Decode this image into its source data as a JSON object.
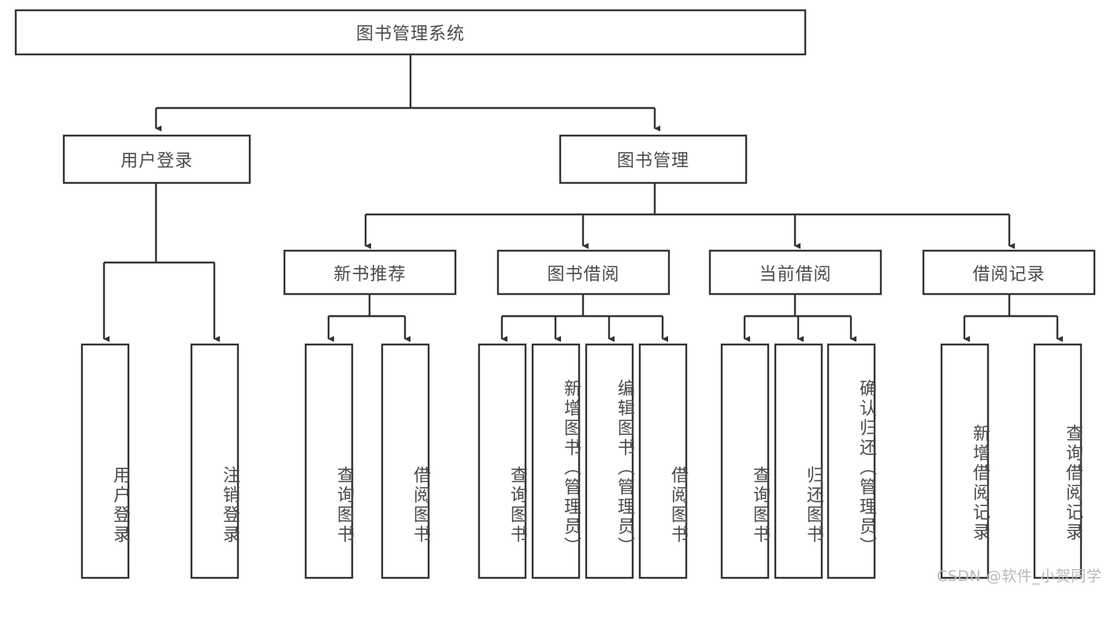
{
  "diagram": {
    "type": "tree-hierarchy-flowchart",
    "title": "图书管理系统",
    "orientation": "top-down",
    "colors": {
      "box_stroke": "#333333",
      "box_fill": "#ffffff",
      "text": "#4a4a4a",
      "connector": "#333333",
      "watermark": "#b9b9b9",
      "background": "#ffffff"
    },
    "levels": {
      "root": {
        "label": "图书管理系统",
        "orientation": "horizontal"
      },
      "level2": [
        {
          "label": "用户登录",
          "orientation": "horizontal"
        },
        {
          "label": "图书管理",
          "orientation": "horizontal"
        }
      ],
      "level3": [
        {
          "label": "新书推荐",
          "orientation": "horizontal",
          "parent": "图书管理"
        },
        {
          "label": "图书借阅",
          "orientation": "horizontal",
          "parent": "图书管理"
        },
        {
          "label": "当前借阅",
          "orientation": "horizontal",
          "parent": "图书管理"
        },
        {
          "label": "借阅记录",
          "orientation": "horizontal",
          "parent": "图书管理"
        }
      ],
      "leaves": {
        "user_login": [
          {
            "label": "用户登录",
            "orientation": "vertical"
          },
          {
            "label": "注销登录",
            "orientation": "vertical"
          }
        ],
        "new_book_recommend": [
          {
            "label": "查询图书",
            "orientation": "vertical"
          },
          {
            "label": "借阅图书",
            "orientation": "vertical"
          }
        ],
        "book_borrow": [
          {
            "label": "查询图书",
            "orientation": "vertical"
          },
          {
            "label": "新增图书（管理员）",
            "orientation": "vertical"
          },
          {
            "label": "编辑图书（管理员）",
            "orientation": "vertical"
          },
          {
            "label": "借阅图书",
            "orientation": "vertical"
          }
        ],
        "current_borrow": [
          {
            "label": "查询图书",
            "orientation": "vertical"
          },
          {
            "label": "归还图书",
            "orientation": "vertical"
          },
          {
            "label": "确认归还（管理员）",
            "orientation": "vertical"
          }
        ],
        "borrow_record": [
          {
            "label": "新增借阅记录",
            "orientation": "vertical"
          },
          {
            "label": "查询借阅记录",
            "orientation": "vertical"
          }
        ]
      }
    }
  },
  "watermark": {
    "text": "CSDN @软件_小贺同学"
  }
}
